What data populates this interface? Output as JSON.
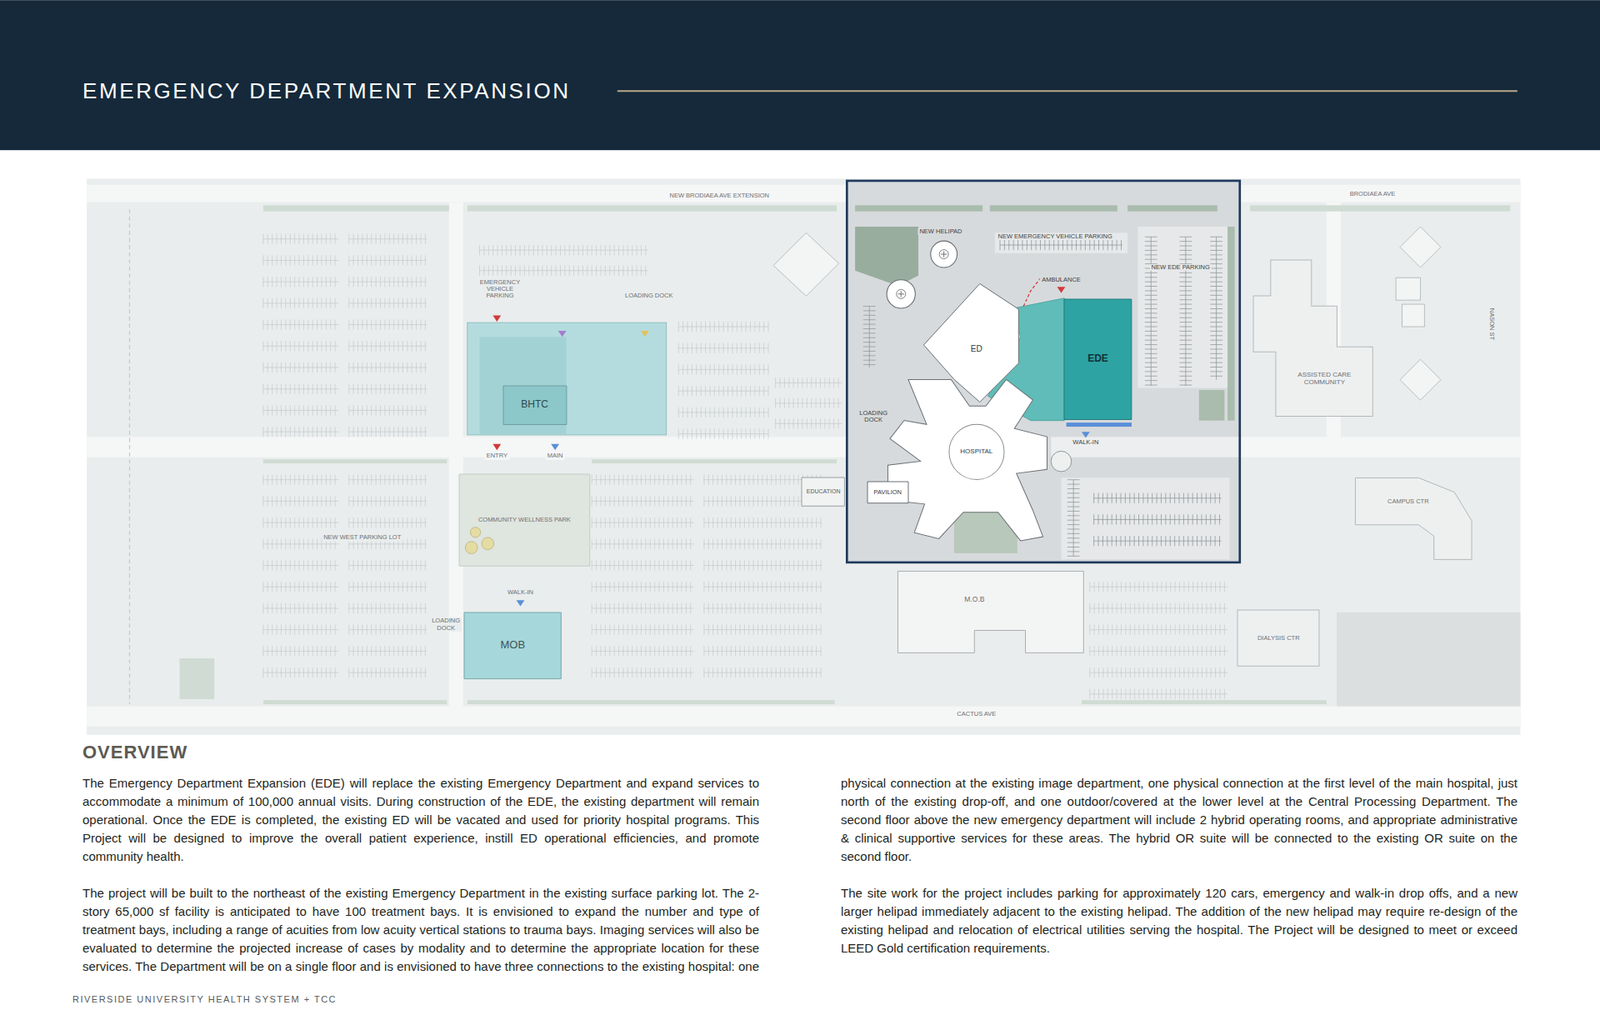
{
  "diagram": {
    "title": "EMERGENCY DEPARTMENT EXPANSION",
    "nodes": [
      {
        "text": [
          "BHTC"
        ]
      },
      {
        "text": [
          "ASSISTED CARE COMMUNITY"
        ]
      },
      {
        "text": [
          "ED"
        ]
      },
      {
        "text": [
          "EDE"
        ]
      },
      {
        "text": [
          "HOSPITAL"
        ]
      },
      {
        "text": [
          "EDUCATION"
        ]
      },
      {
        "text": [
          "PAVILION"
        ]
      },
      {
        "text": [
          "COMMUNITY WELLNESS PARK"
        ]
      },
      {
        "text": [
          "CAMPUS CTR"
        ]
      },
      {
        "text": [
          "M.O.B"
        ]
      },
      {
        "text": [
          "MOB"
        ]
      },
      {
        "text": [
          "DIALYSIS CTR"
        ]
      }
    ],
    "labels": [
      "NEW BRODIAEA AVE EXTENSION",
      "BRODIAEA AVE",
      "NEW HELIPAD",
      "NEW EMERGENCY VEHICLE PARKING",
      "NEW EDE PARKING",
      "AMBULANCE",
      "EMERGENCY VEHICLE PARKING",
      "LOADING DOCK",
      "NASON ST",
      "LOADING DOCK",
      "WALK-IN",
      "ENTRY",
      "MAIN",
      "NEW WEST PARKING LOT",
      "WALK-IN",
      "LOADING DOCK",
      "CACTUS AVE",
      "OVERVIEW",
      "The Emergency Department Expansion (EDE) will replace the existing Emergency Department and expand services to accommodate a minimum of 100,000 annual visits. During construction of the EDE, the existing department will remain operational. Once the EDE is completed, the existing ED will be vacated and used for priority hospital programs. This Project will be designed to improve the overall patient experience, instill ED operational efficiencies, and promote community health.",
      "The project will be built to the northeast of the existing Emergency Department in the existing surface parking lot. The 2-story 65,000 sf facility is anticipated to have 100 treatment bays. It is envisioned to expand the number and type of treatment bays, including a range of acuities from low acuity vertical stations to trauma bays. Imaging services will also be evaluated to determine the projected increase of cases by modality and to determine the appropriate location for these services. The Department will be on a single floor and is envisioned to have three connections to the existing hospital: one physical connection at the existing image department, one physical connection at the first level of the main hospital, just north of the existing drop-off, and one outdoor/covered at the lower level at the Central Processing Department. The second floor above the new emergency department will include 2 hybrid operating rooms, and appropriate administrative & clinical supportive services for these areas. The hybrid OR suite will be connected to the existing OR suite on the second floor.",
      "The site work for the project includes parking for approximately 120 cars, emergency and walk-in drop offs, and a new larger helipad immediately adjacent to the existing helipad. The addition of the new helipad may require re-design of the existing helipad and relocation of electrical utilities serving the hospital. The Project will be designed to meet or exceed LEED Gold certification requirements.",
      "RIVERSIDE UNIVERSITY HEALTH SYSTEM + TCC"
    ]
  }
}
